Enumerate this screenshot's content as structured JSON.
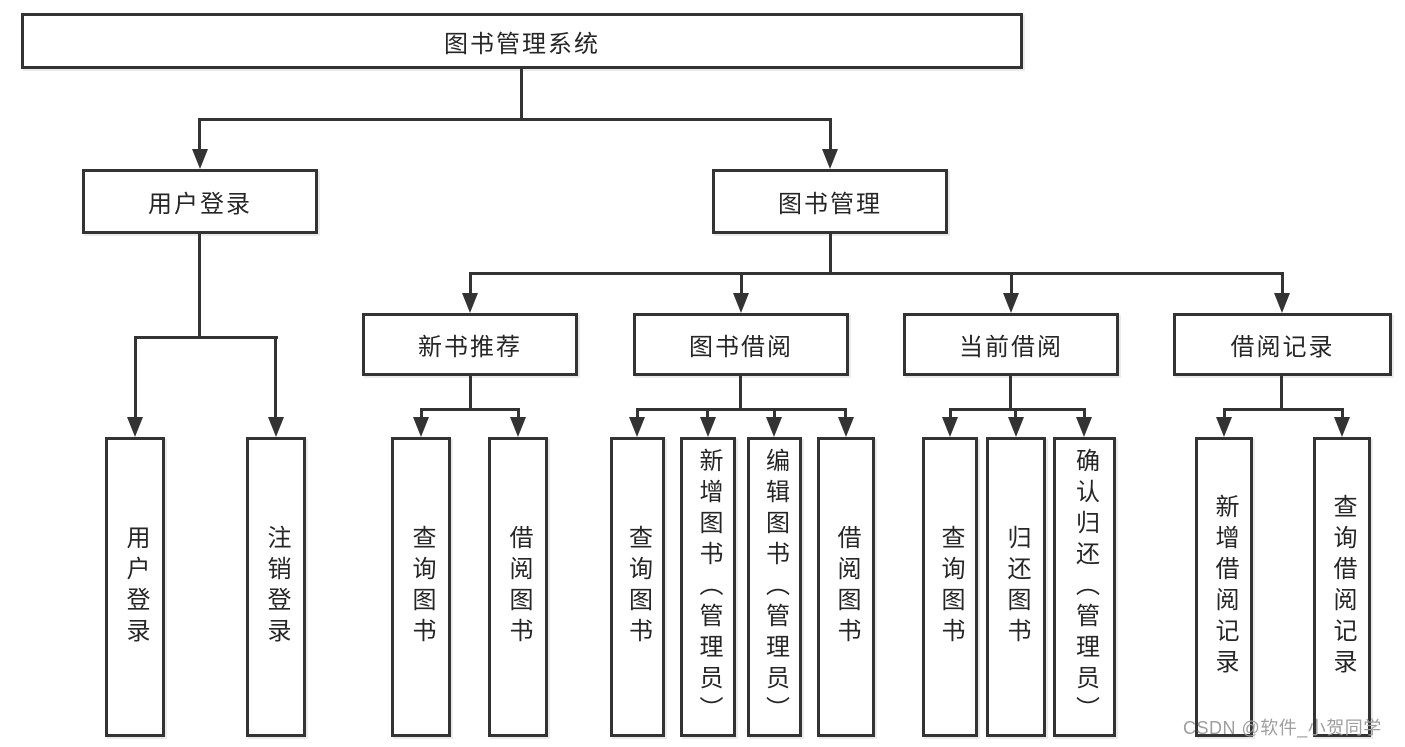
{
  "diagram": {
    "type": "hierarchy-flowchart",
    "tree": {
      "label": "图书管理系统",
      "children": [
        {
          "label": "用户登录",
          "children": [
            {
              "label": "用户登录"
            },
            {
              "label": "注销登录"
            }
          ]
        },
        {
          "label": "图书管理",
          "children": [
            {
              "label": "新书推荐",
              "children": [
                {
                  "label": "查询图书"
                },
                {
                  "label": "借阅图书"
                }
              ]
            },
            {
              "label": "图书借阅",
              "children": [
                {
                  "label": "查询图书"
                },
                {
                  "label": "新增图书（管理员）"
                },
                {
                  "label": "编辑图书（管理员）"
                },
                {
                  "label": "借阅图书"
                }
              ]
            },
            {
              "label": "当前借阅",
              "children": [
                {
                  "label": "查询图书"
                },
                {
                  "label": "归还图书"
                },
                {
                  "label": "确认归还（管理员）"
                }
              ]
            },
            {
              "label": "借阅记录",
              "children": [
                {
                  "label": "新增借阅记录"
                },
                {
                  "label": "查询借阅记录"
                }
              ]
            }
          ]
        }
      ]
    },
    "colors": {
      "line": "#333333",
      "node_text": "#262626",
      "background": "#ffffff",
      "watermark_text": "#9e9e9e"
    }
  },
  "watermark": {
    "text": "CSDN @软件_小贺同学"
  }
}
